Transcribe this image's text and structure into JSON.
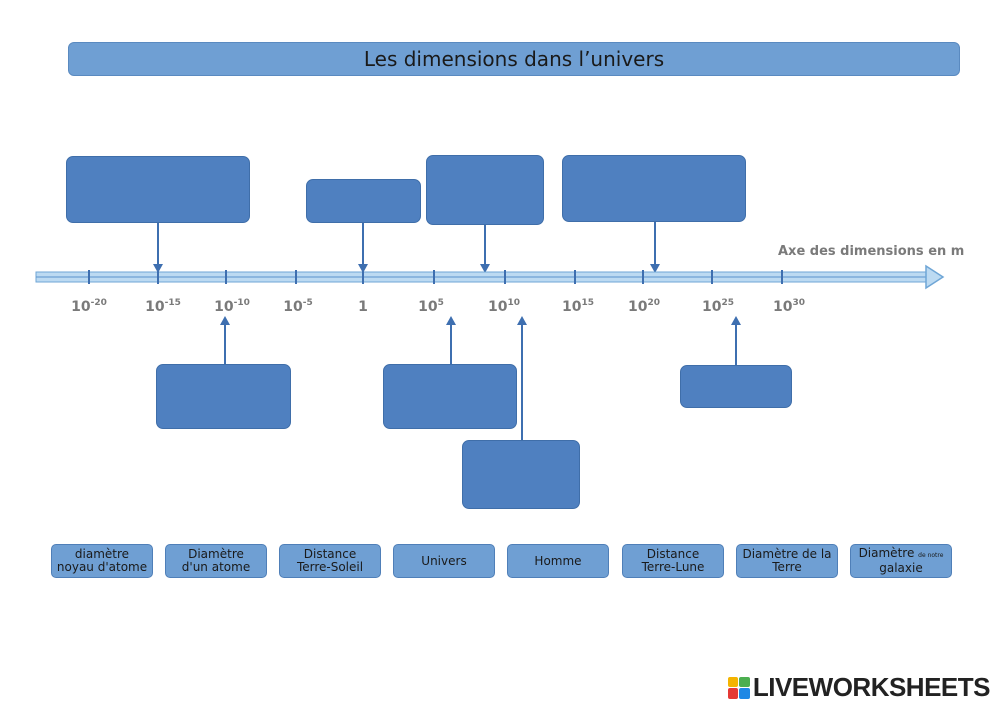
{
  "title": "Les dimensions dans l’univers",
  "axis": {
    "label": "Axe des dimensions en m",
    "ticks": [
      {
        "base": "10",
        "exp": "-20"
      },
      {
        "base": "10",
        "exp": "-15"
      },
      {
        "base": "10",
        "exp": "-10"
      },
      {
        "base": "10",
        "exp": "-5"
      },
      {
        "base": "1",
        "exp": ""
      },
      {
        "base": "10",
        "exp": "5"
      },
      {
        "base": "10",
        "exp": "10"
      },
      {
        "base": "10",
        "exp": "15"
      },
      {
        "base": "10",
        "exp": "20"
      },
      {
        "base": "10",
        "exp": "25"
      },
      {
        "base": "10",
        "exp": "30"
      }
    ]
  },
  "answers": [
    {
      "id": "diametre-noyau",
      "line1": "diamètre",
      "line2": "noyau d'atome"
    },
    {
      "id": "diametre-atome",
      "line1": "Diamètre",
      "line2": "d'un atome"
    },
    {
      "id": "terre-soleil",
      "line1": "Distance",
      "line2": "Terre-Soleil"
    },
    {
      "id": "univers",
      "line1": "Univers",
      "line2": ""
    },
    {
      "id": "homme",
      "line1": "Homme",
      "line2": ""
    },
    {
      "id": "terre-lune",
      "line1": "Distance",
      "line2": "Terre-Lune"
    },
    {
      "id": "diametre-terre",
      "line1": "Diamètre de la",
      "line2": "Terre"
    },
    {
      "id": "diametre-galaxie",
      "line1": "Diamètre",
      "line1_small": "de notre",
      "line2": "galaxie"
    }
  ],
  "brand": {
    "text": "LIVEWORKSHEETS",
    "logo_colors": [
      "#f4b400",
      "#4caf50",
      "#e53935",
      "#1e88e5"
    ]
  },
  "colors": {
    "title_bar": "#6f9fd3",
    "drop_box": "#4f80c0",
    "axis": "#7fb3df",
    "tick_label": "#7a7a7a"
  }
}
